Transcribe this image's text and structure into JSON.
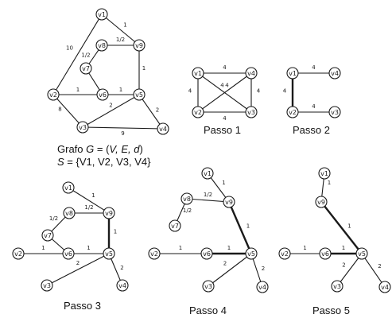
{
  "captions": {
    "grafo_line1_pre": "Grafo ",
    "grafo_line1_G": "G",
    "grafo_line1_mid": " = (",
    "grafo_line1_vars": "V, E, d",
    "grafo_line1_post": ")",
    "grafo_line2_S": "S",
    "grafo_line2_rest": " = {V1, V2, V3, V4}",
    "passo1": "Passo 1",
    "passo2": "Passo 2",
    "passo3": "Passo 3",
    "passo4": "Passo 4",
    "passo5": "Passo 5"
  },
  "graphs": {
    "grafo": {
      "nodes": [
        "v1",
        "v8",
        "v9",
        "v7",
        "v2",
        "v6",
        "v5",
        "v3",
        "v4"
      ],
      "edges": [
        [
          "v1",
          "v9",
          "1"
        ],
        [
          "v1",
          "v2",
          "10"
        ],
        [
          "v8",
          "v9",
          "1/2"
        ],
        [
          "v8",
          "v7",
          "1/2"
        ],
        [
          "v7",
          "v6",
          ""
        ],
        [
          "v9",
          "v5",
          "1"
        ],
        [
          "v2",
          "v6",
          "1"
        ],
        [
          "v6",
          "v5",
          "1"
        ],
        [
          "v2",
          "v3",
          "8"
        ],
        [
          "v5",
          "v3",
          "2"
        ],
        [
          "v5",
          "v4",
          "2"
        ],
        [
          "v3",
          "v4",
          "9"
        ]
      ]
    },
    "passo1": {
      "nodes": [
        "v1",
        "v4",
        "v2",
        "v3"
      ],
      "edges": [
        [
          "v1",
          "v4",
          "4"
        ],
        [
          "v1",
          "v2",
          "4"
        ],
        [
          "v4",
          "v3",
          "4"
        ],
        [
          "v2",
          "v3",
          "4"
        ],
        [
          "v1",
          "v3",
          "4"
        ],
        [
          "v4",
          "v2",
          "4"
        ]
      ]
    },
    "passo2": {
      "nodes": [
        "v1",
        "v4",
        "v2",
        "v3"
      ],
      "edges": [
        [
          "v1",
          "v4",
          "4"
        ],
        [
          "v1",
          "v2",
          "4"
        ],
        [
          "v2",
          "v3",
          "4"
        ]
      ]
    },
    "passo3": {
      "nodes": [
        "v1",
        "v8",
        "v9",
        "v7",
        "v2",
        "v6",
        "v5",
        "v3",
        "v4"
      ],
      "edges": [
        [
          "v1",
          "v9",
          "1"
        ],
        [
          "v8",
          "v9",
          "1/2"
        ],
        [
          "v8",
          "v7",
          "1/2"
        ],
        [
          "v7",
          "v6",
          ""
        ],
        [
          "v9",
          "v5",
          "1"
        ],
        [
          "v2",
          "v6",
          "1"
        ],
        [
          "v6",
          "v5",
          "1"
        ],
        [
          "v5",
          "v3",
          "2"
        ],
        [
          "v5",
          "v4",
          "2"
        ]
      ]
    },
    "passo4": {
      "nodes": [
        "v1",
        "v8",
        "v9",
        "v7",
        "v2",
        "v6",
        "v5",
        "v3",
        "v4"
      ],
      "edges": [
        [
          "v1",
          "v9",
          "1"
        ],
        [
          "v8",
          "v9",
          "1/2"
        ],
        [
          "v8",
          "v7",
          "1/2"
        ],
        [
          "v9",
          "v5",
          "1"
        ],
        [
          "v2",
          "v6",
          "1"
        ],
        [
          "v6",
          "v5",
          "1"
        ],
        [
          "v5",
          "v3",
          "2"
        ],
        [
          "v5",
          "v4",
          "2"
        ]
      ]
    },
    "passo5": {
      "nodes": [
        "v1",
        "v9",
        "v2",
        "v6",
        "v5",
        "v3",
        "v4"
      ],
      "edges": [
        [
          "v1",
          "v9",
          "1"
        ],
        [
          "v9",
          "v5",
          "1"
        ],
        [
          "v2",
          "v6",
          "1"
        ],
        [
          "v6",
          "v5",
          "1"
        ],
        [
          "v5",
          "v3",
          "2"
        ],
        [
          "v5",
          "v4",
          "2"
        ]
      ]
    }
  }
}
